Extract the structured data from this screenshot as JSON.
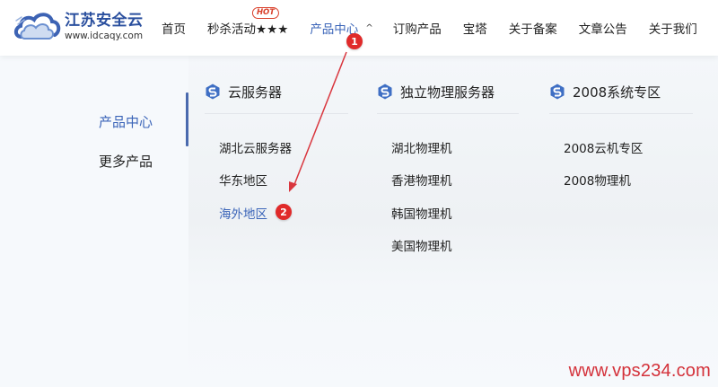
{
  "header": {
    "logo": {
      "name": "江苏安全云",
      "url": "www.idcaqy.com"
    },
    "nav": [
      {
        "label": "首页"
      },
      {
        "label": "秒杀活动★★★",
        "badge": "HOT"
      },
      {
        "label": "产品中心",
        "active": true,
        "chevron": "^"
      },
      {
        "label": "订购产品"
      },
      {
        "label": "宝塔"
      },
      {
        "label": "关于备案"
      },
      {
        "label": "文章公告"
      },
      {
        "label": "关于我们"
      }
    ]
  },
  "dropdown": {
    "sidebar": [
      {
        "label": "产品中心",
        "active": true
      },
      {
        "label": "更多产品"
      }
    ],
    "columns": [
      {
        "title": "云服务器",
        "icon": "s-logo-icon",
        "items": [
          {
            "label": "湖北云服务器"
          },
          {
            "label": "华东地区"
          },
          {
            "label": "海外地区",
            "active": true
          }
        ]
      },
      {
        "title": "独立物理服务器",
        "icon": "s-logo-icon",
        "items": [
          {
            "label": "湖北物理机"
          },
          {
            "label": "香港物理机"
          },
          {
            "label": "韩国物理机"
          },
          {
            "label": "美国物理机"
          }
        ]
      },
      {
        "title": "2008系统专区",
        "icon": "s-logo-icon",
        "items": [
          {
            "label": "2008云机专区"
          },
          {
            "label": "2008物理机"
          }
        ]
      }
    ]
  },
  "annotations": {
    "step1": "1",
    "step2": "2",
    "arrow_color": "#d9363e"
  },
  "watermark": "www.vps234.com",
  "colors": {
    "accent": "#3a64b8",
    "badge_red": "#e02a2a",
    "hot_red": "#d9402b",
    "logo_blue": "#2a4f9e"
  }
}
